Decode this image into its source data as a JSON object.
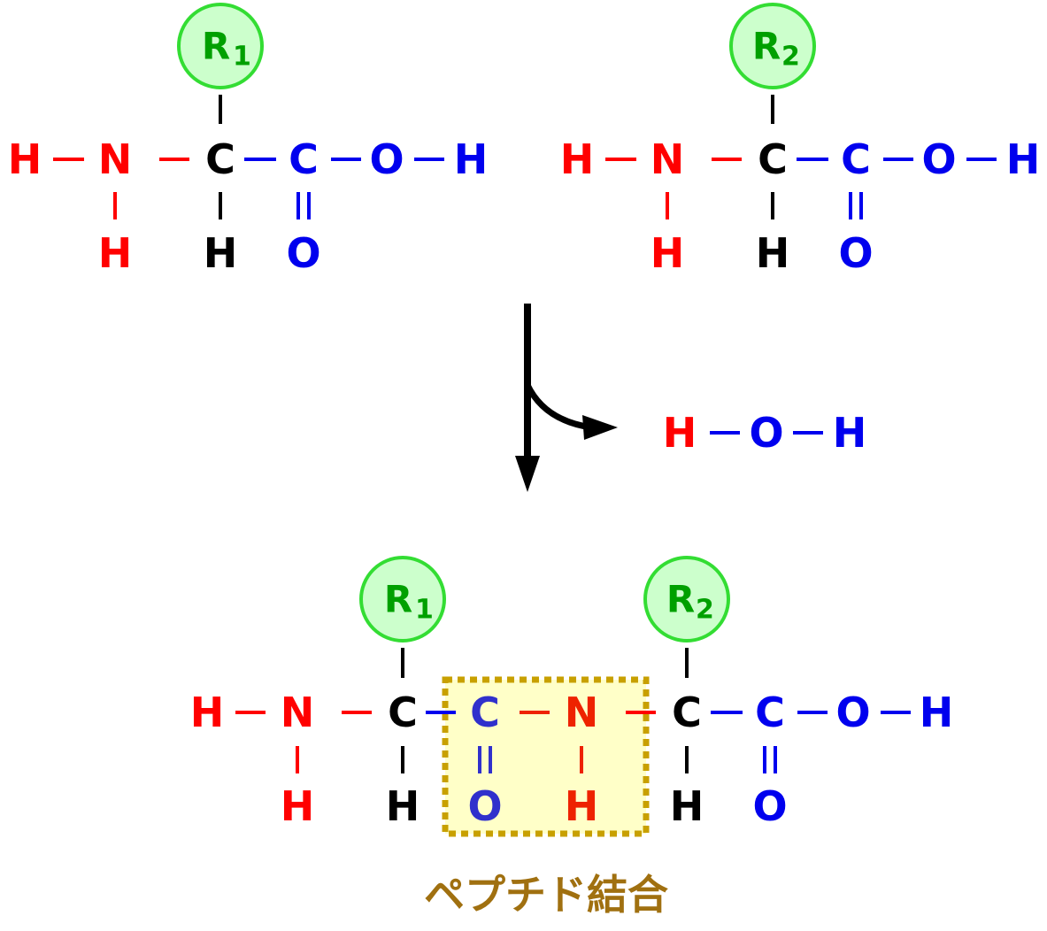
{
  "colors": {
    "red": "#ff0000",
    "blue": "#0000ee",
    "green_text": "#00a000",
    "green_stroke": "#33dd33",
    "green_fill": "#ccffcc",
    "black": "#000000",
    "gold": "#c8a000",
    "highlight_fill": "#ffffc8",
    "caption": "#a07010",
    "bond_blue_dim": "#3030cc",
    "bond_red_dim": "#ee2200"
  },
  "amino_acid_1": {
    "side_chain": {
      "letter": "R",
      "subscript": "1"
    },
    "amino": {
      "h_left": "H",
      "n": "N",
      "h_below": "H"
    },
    "alpha": {
      "c": "C",
      "h": "H"
    },
    "carboxyl": {
      "c": "C",
      "o_double": "O",
      "o": "O",
      "h": "H"
    }
  },
  "amino_acid_2": {
    "side_chain": {
      "letter": "R",
      "subscript": "2"
    },
    "amino": {
      "h_left": "H",
      "n": "N",
      "h_below": "H"
    },
    "alpha": {
      "c": "C",
      "h": "H"
    },
    "carboxyl": {
      "c": "C",
      "o_double": "O",
      "o": "O",
      "h": "H"
    }
  },
  "water": {
    "h1": "H",
    "o": "O",
    "h2": "H"
  },
  "dipeptide": {
    "side_chain_1": {
      "letter": "R",
      "subscript": "1"
    },
    "side_chain_2": {
      "letter": "R",
      "subscript": "2"
    },
    "h_left": "H",
    "n1": "N",
    "h_n1": "H",
    "c1": "C",
    "h_c1": "H",
    "c_carbonyl": "C",
    "o_carbonyl": "O",
    "n2": "N",
    "h_n2": "H",
    "c2": "C",
    "h_c2": "H",
    "c3": "C",
    "o_double": "O",
    "o": "O",
    "h": "H"
  },
  "caption": "ペプチド結合"
}
